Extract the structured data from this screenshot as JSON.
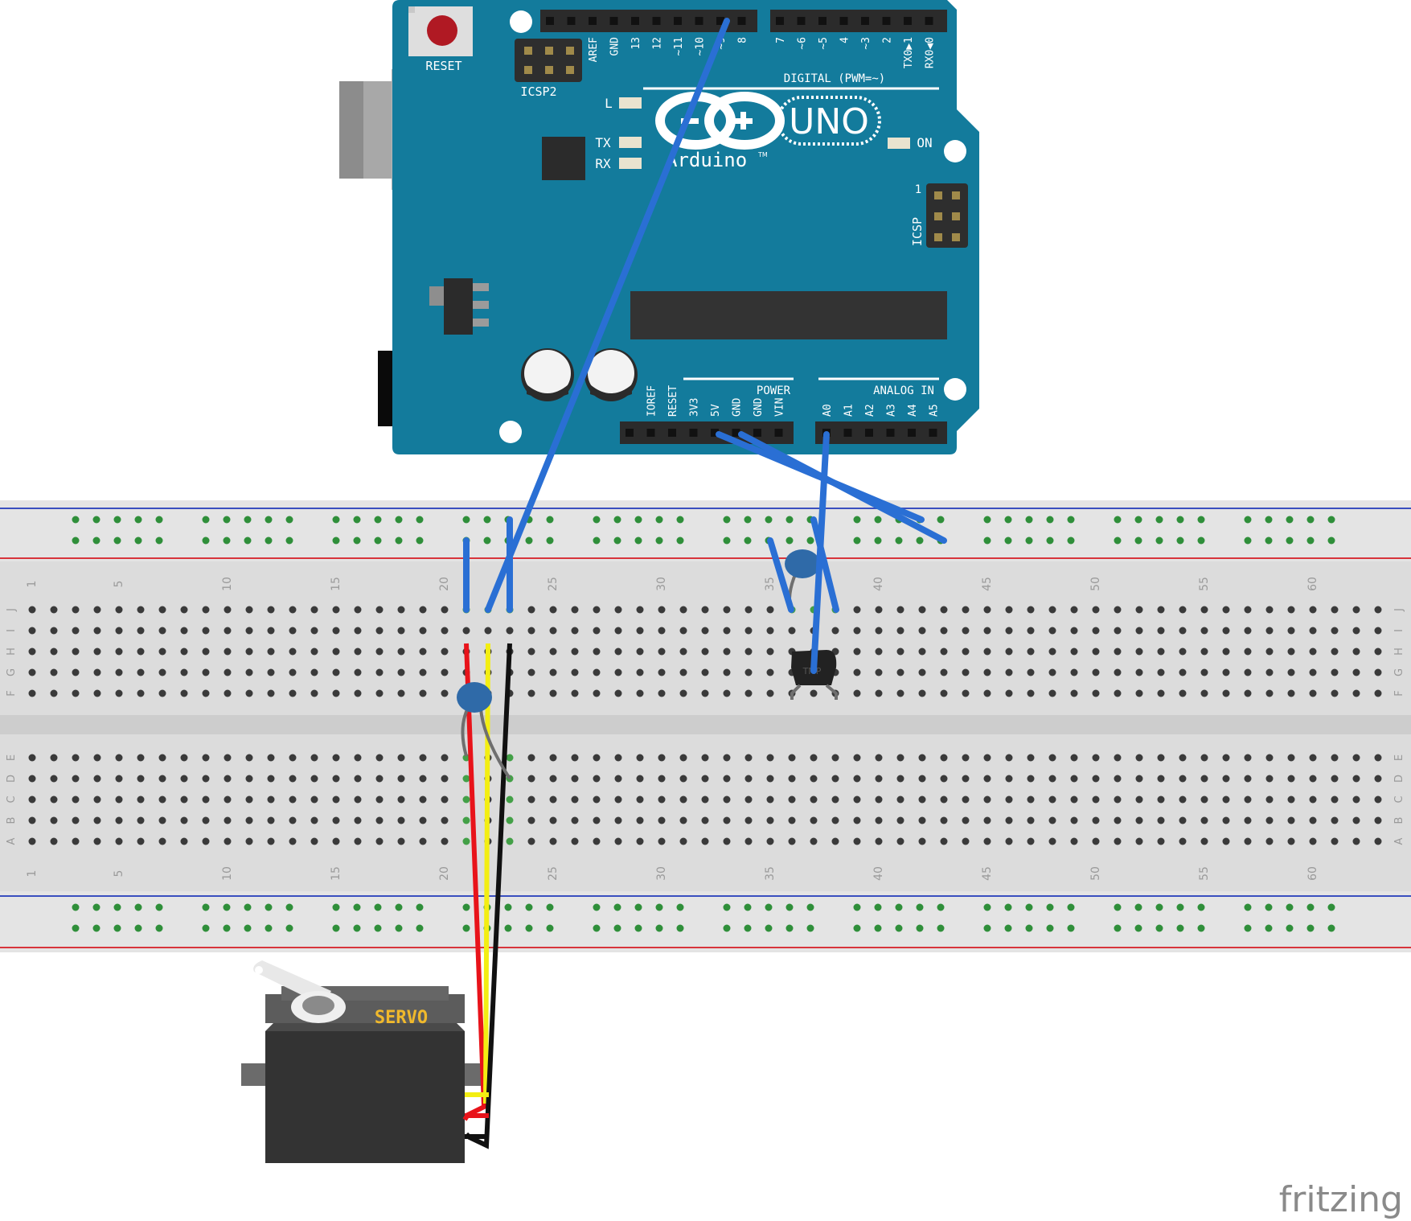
{
  "board": {
    "name": "UNO",
    "brand": "Arduino",
    "trademark": "TM",
    "reset_label": "RESET",
    "icsp2_label": "ICSP2",
    "icsp_label": "ICSP",
    "icsp_pin1": "1",
    "led_l": "L",
    "led_tx": "TX",
    "led_rx": "RX",
    "led_on": "ON",
    "digital_header_title": "DIGITAL (PWM=~)",
    "digital_pins_left": [
      "AREF",
      "GND",
      "13",
      "12",
      "~11",
      "~10",
      "~9",
      "8"
    ],
    "digital_pins_right": [
      "7",
      "~6",
      "~5",
      "4",
      "~3",
      "2",
      "TX0▶1",
      "RX0◀0"
    ],
    "power_title": "POWER",
    "power_pins": [
      "IOREF",
      "RESET",
      "3V3",
      "5V",
      "GND",
      "GND",
      "VIN"
    ],
    "analog_title": "ANALOG IN",
    "analog_pins": [
      "A0",
      "A1",
      "A2",
      "A3",
      "A4",
      "A5"
    ]
  },
  "breadboard": {
    "column_labels": [
      "1",
      "5",
      "10",
      "15",
      "20",
      "25",
      "30",
      "35",
      "40",
      "45",
      "50",
      "55",
      "60"
    ],
    "rows_top": [
      "J",
      "I",
      "H",
      "G",
      "F"
    ],
    "rows_bottom": [
      "E",
      "D",
      "C",
      "B",
      "A"
    ]
  },
  "servo": {
    "label": "SERVO"
  },
  "sensor": {
    "label": "TMP"
  },
  "watermark": "fritzing",
  "colors": {
    "board": "#137b9c",
    "board_dark": "#0f6480",
    "wire_blue": "#2a6fd4",
    "wire_red": "#e8131a",
    "wire_yellow": "#f3ee12",
    "wire_black": "#111111",
    "breadboard": "#dcdcdc",
    "rail_red": "#d7343b",
    "rail_blue": "#3a4fbf",
    "hole_used": "#43a047"
  }
}
